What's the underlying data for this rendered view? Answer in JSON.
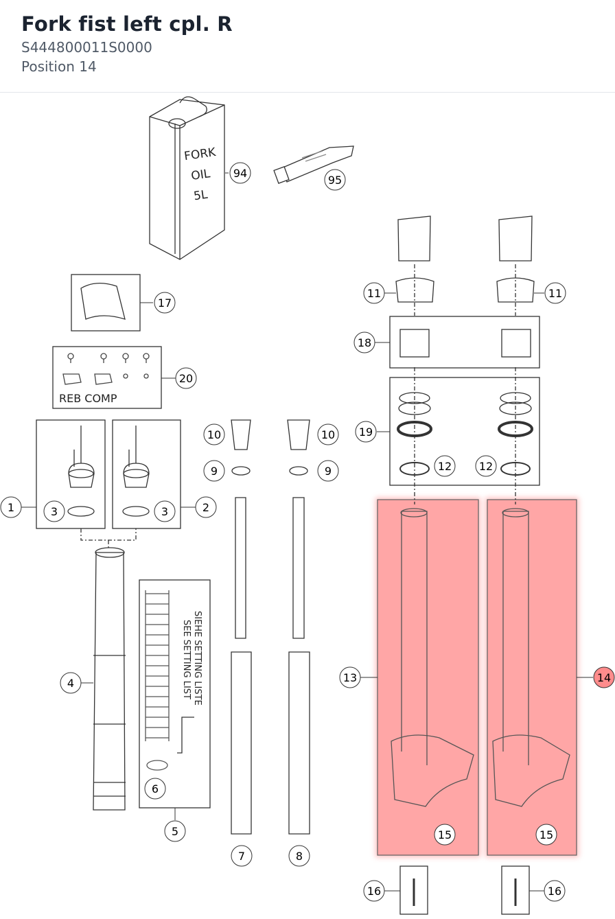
{
  "header": {
    "title": "Fork fist left cpl. R",
    "part_number": "S444800011S0000",
    "position": "Position 14"
  },
  "diagram": {
    "highlight_color": "#ff8c8c",
    "highlighted_callout": "14",
    "callouts": {
      "c1": "1",
      "c2": "2",
      "c3a": "3",
      "c3b": "3",
      "c4": "4",
      "c5": "5",
      "c6": "6",
      "c7": "7",
      "c8": "8",
      "c9a": "9",
      "c9b": "9",
      "c10a": "10",
      "c10b": "10",
      "c11a": "11",
      "c11b": "11",
      "c12a": "12",
      "c12b": "12",
      "c13": "13",
      "c14": "14",
      "c15a": "15",
      "c15b": "15",
      "c16a": "16",
      "c16b": "16",
      "c17": "17",
      "c18": "18",
      "c19": "19",
      "c20": "20",
      "c94": "94",
      "c95": "95"
    },
    "can_label": [
      "FORK",
      "OIL",
      "5L"
    ],
    "reb_comp_label": "REB COMP",
    "spring_note": [
      "SIEHE SETTING LISTE",
      "SEE SETTING LIST"
    ]
  }
}
